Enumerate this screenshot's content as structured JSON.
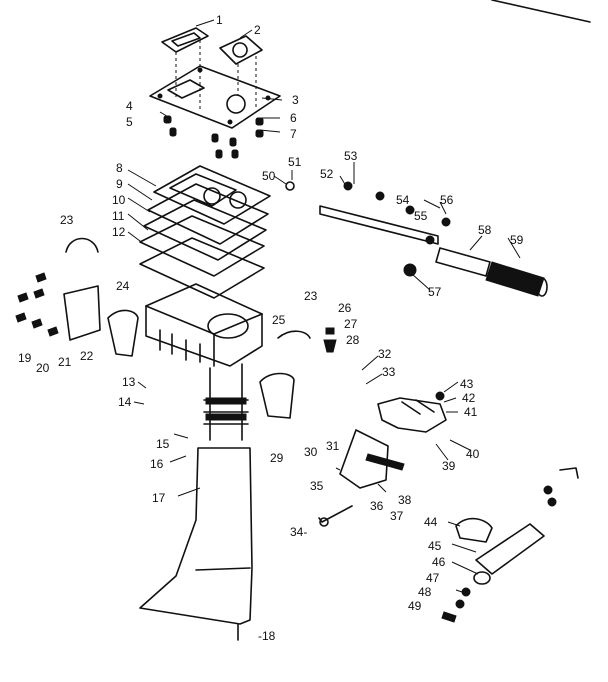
{
  "diagram": {
    "parts": [
      {
        "id": "p1",
        "label": "1"
      },
      {
        "id": "p2",
        "label": "2"
      },
      {
        "id": "p3",
        "label": "3"
      },
      {
        "id": "p4",
        "label": "4"
      },
      {
        "id": "p5",
        "label": "5"
      },
      {
        "id": "p6",
        "label": "6"
      },
      {
        "id": "p7",
        "label": "7"
      },
      {
        "id": "p8",
        "label": "8"
      },
      {
        "id": "p9",
        "label": "9"
      },
      {
        "id": "p10",
        "label": "10"
      },
      {
        "id": "p11",
        "label": "11"
      },
      {
        "id": "p12",
        "label": "12"
      },
      {
        "id": "p13",
        "label": "13"
      },
      {
        "id": "p14",
        "label": "14"
      },
      {
        "id": "p15",
        "label": "15"
      },
      {
        "id": "p16",
        "label": "16"
      },
      {
        "id": "p17",
        "label": "17"
      },
      {
        "id": "p18",
        "label": "-18"
      },
      {
        "id": "p19",
        "label": "19"
      },
      {
        "id": "p20",
        "label": "20"
      },
      {
        "id": "p21",
        "label": "21"
      },
      {
        "id": "p22",
        "label": "22"
      },
      {
        "id": "p23a",
        "label": "23"
      },
      {
        "id": "p23b",
        "label": "23"
      },
      {
        "id": "p24",
        "label": "24"
      },
      {
        "id": "p25",
        "label": "25"
      },
      {
        "id": "p26",
        "label": "26"
      },
      {
        "id": "p27",
        "label": "27"
      },
      {
        "id": "p28",
        "label": "28"
      },
      {
        "id": "p29",
        "label": "29"
      },
      {
        "id": "p30",
        "label": "30"
      },
      {
        "id": "p31",
        "label": "31"
      },
      {
        "id": "p32",
        "label": "32"
      },
      {
        "id": "p33",
        "label": "33"
      },
      {
        "id": "p34",
        "label": "34-"
      },
      {
        "id": "p35",
        "label": "35"
      },
      {
        "id": "p36",
        "label": "36"
      },
      {
        "id": "p37",
        "label": "37"
      },
      {
        "id": "p38",
        "label": "38"
      },
      {
        "id": "p39",
        "label": "39"
      },
      {
        "id": "p40",
        "label": "40"
      },
      {
        "id": "p41",
        "label": "41"
      },
      {
        "id": "p42",
        "label": "42"
      },
      {
        "id": "p43",
        "label": "43"
      },
      {
        "id": "p44",
        "label": "44"
      },
      {
        "id": "p45",
        "label": "45"
      },
      {
        "id": "p46",
        "label": "46"
      },
      {
        "id": "p47",
        "label": "47"
      },
      {
        "id": "p48",
        "label": "48"
      },
      {
        "id": "p49",
        "label": "49"
      },
      {
        "id": "p50",
        "label": "50"
      },
      {
        "id": "p51",
        "label": "51"
      },
      {
        "id": "p52",
        "label": "52"
      },
      {
        "id": "p53",
        "label": "53"
      },
      {
        "id": "p54",
        "label": "54"
      },
      {
        "id": "p55",
        "label": "55"
      },
      {
        "id": "p56",
        "label": "56"
      },
      {
        "id": "p57",
        "label": "57"
      },
      {
        "id": "p58",
        "label": "58"
      },
      {
        "id": "p59",
        "label": "59"
      }
    ]
  }
}
